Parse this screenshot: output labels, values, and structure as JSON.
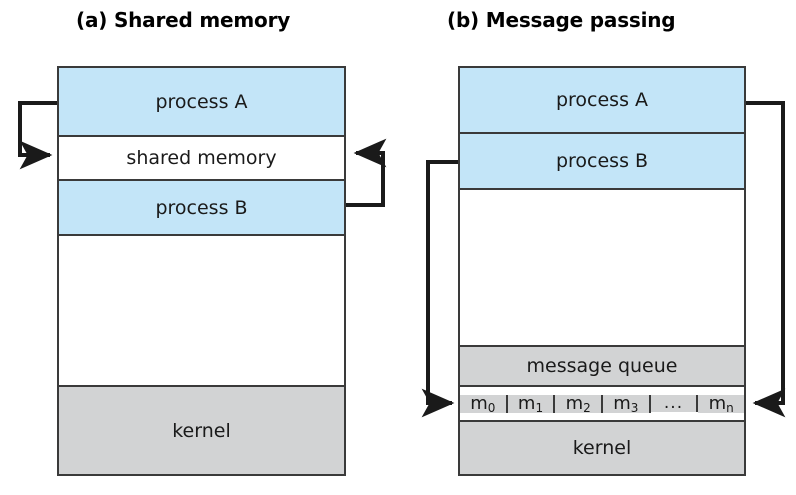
{
  "figure": {
    "panels": [
      {
        "id": "a",
        "title": "(a) Shared memory",
        "regions": [
          {
            "name": "process-a",
            "label": "process  A",
            "fill": "#c3e5f8"
          },
          {
            "name": "shared-memory",
            "label": "shared memory",
            "fill": "#ffffff"
          },
          {
            "name": "process-b",
            "label": "process  B",
            "fill": "#c3e5f8"
          },
          {
            "name": "empty-space",
            "label": "",
            "fill": "#ffffff"
          },
          {
            "name": "kernel",
            "label": "kernel",
            "fill": "#d2d3d4"
          }
        ],
        "arrows": [
          {
            "name": "process-a-to-shared-memory",
            "from": "process A",
            "to": "shared memory",
            "side": "left"
          },
          {
            "name": "process-b-to-shared-memory",
            "from": "process B",
            "to": "shared memory",
            "side": "right"
          }
        ]
      },
      {
        "id": "b",
        "title": "(b) Message passing",
        "regions": [
          {
            "name": "process-a",
            "label": "process  A",
            "fill": "#c3e5f8"
          },
          {
            "name": "process-b",
            "label": "process  B",
            "fill": "#c3e5f8"
          },
          {
            "name": "empty-space",
            "label": "",
            "fill": "#ffffff"
          },
          {
            "name": "message-queue",
            "label": "message queue",
            "fill": "#d2d3d4"
          },
          {
            "name": "kernel",
            "label": "kernel",
            "fill": "#d2d3d4"
          }
        ],
        "message_cells": [
          {
            "base": "m",
            "sub": "0"
          },
          {
            "base": "m",
            "sub": "1"
          },
          {
            "base": "m",
            "sub": "2"
          },
          {
            "base": "m",
            "sub": "3"
          },
          {
            "base": "...",
            "sub": ""
          },
          {
            "base": "m",
            "sub": "n"
          }
        ],
        "arrows": [
          {
            "name": "process-a-to-queue",
            "from": "process A",
            "to": "message queue",
            "side": "right"
          },
          {
            "name": "process-b-to-queue",
            "from": "process B",
            "to": "message queue",
            "side": "left"
          }
        ]
      }
    ],
    "colors": {
      "process_fill": "#c3e5f8",
      "kernel_fill": "#d2d3d4",
      "stroke": "#3a3a3a",
      "arrow": "#1a1a1a",
      "text": "#1a1a1a",
      "title": "#000000"
    }
  }
}
